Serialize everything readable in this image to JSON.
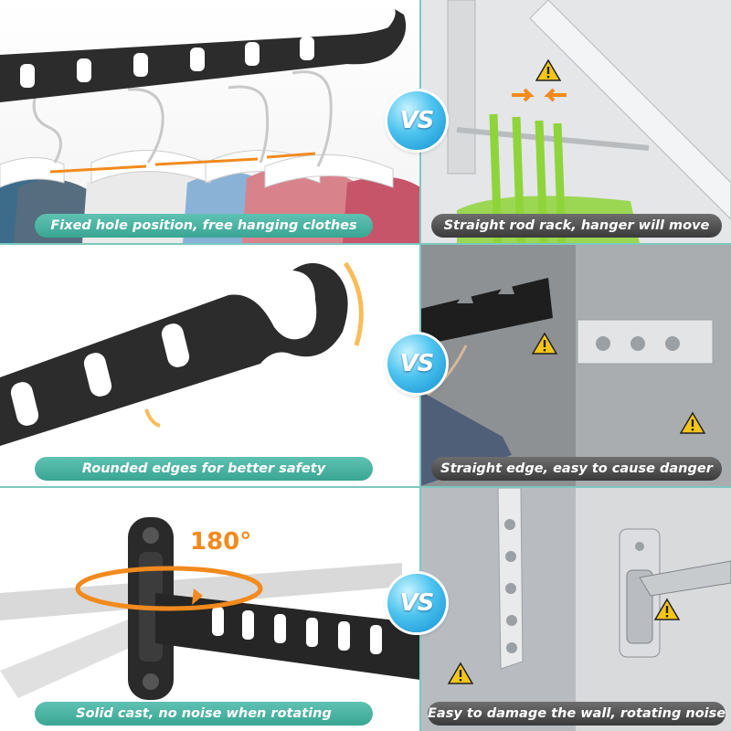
{
  "vs_label": "VS",
  "rotation_label": "180°",
  "captions": {
    "fixed_hole": "Fixed hole position, free hanging clothes",
    "straight_rod": "Straight rod rack, hanger will move",
    "rounded_edges": "Rounded edges for better safety",
    "straight_edge": "Straight edge, easy to cause danger",
    "solid_cast": "Solid cast, no noise when rotating",
    "damage_wall": "Easy to damage the wall, rotating noise"
  },
  "colors": {
    "accent_teal": "#3aa593",
    "accent_orange": "#f28a1d",
    "warning_yellow": "#f5c518",
    "vs_blue": "#1ea3e0",
    "caption_dark": "#3a3a3a"
  },
  "icons": [
    "warning-icon",
    "vs-badge",
    "rotation-arrow-icon",
    "spacing-arrow-icon"
  ]
}
